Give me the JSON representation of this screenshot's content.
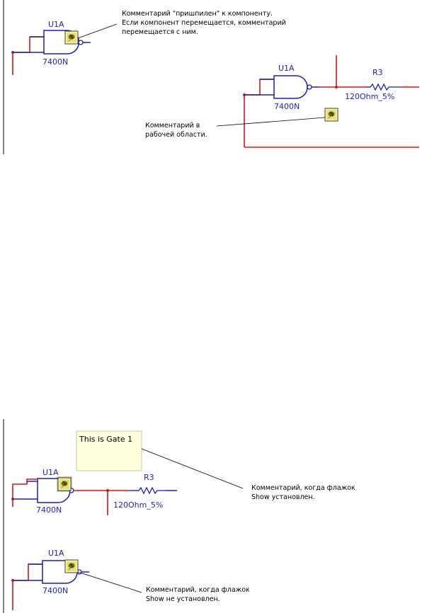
{
  "panel_top": {
    "gate1": {
      "ref": "U1A",
      "part": "7400N"
    },
    "gate2": {
      "ref": "U1A",
      "part": "7400N"
    },
    "resistor": {
      "ref": "R3",
      "value": "120Ohm_5%"
    },
    "note_pinned": [
      "Комментарий \"пришпилен\" к компоненту.",
      "Если компонент перемещается, комментарий",
      "перемещается с ним."
    ],
    "note_workspace": [
      "Комментарий в",
      "рабочей области."
    ]
  },
  "panel_bottom": {
    "tooltip_text": "This is Gate 1",
    "gate1": {
      "ref": "U1A",
      "part": "7400N"
    },
    "resistor": {
      "ref": "R3",
      "value": "120Ohm_5%"
    },
    "note_shown": [
      "Комментарий, когда флажок",
      "Show установлен."
    ],
    "gate2": {
      "ref": "U1A",
      "part": "7400N"
    },
    "note_hidden": [
      "Комментарий, когда флажок",
      "Show не установлен."
    ]
  },
  "colors": {
    "wire_red": "#cc1a1a",
    "wire_blue": "#1f1fb4",
    "note_yellow": "#ffff66",
    "tip_bg": "#ffffdd"
  }
}
